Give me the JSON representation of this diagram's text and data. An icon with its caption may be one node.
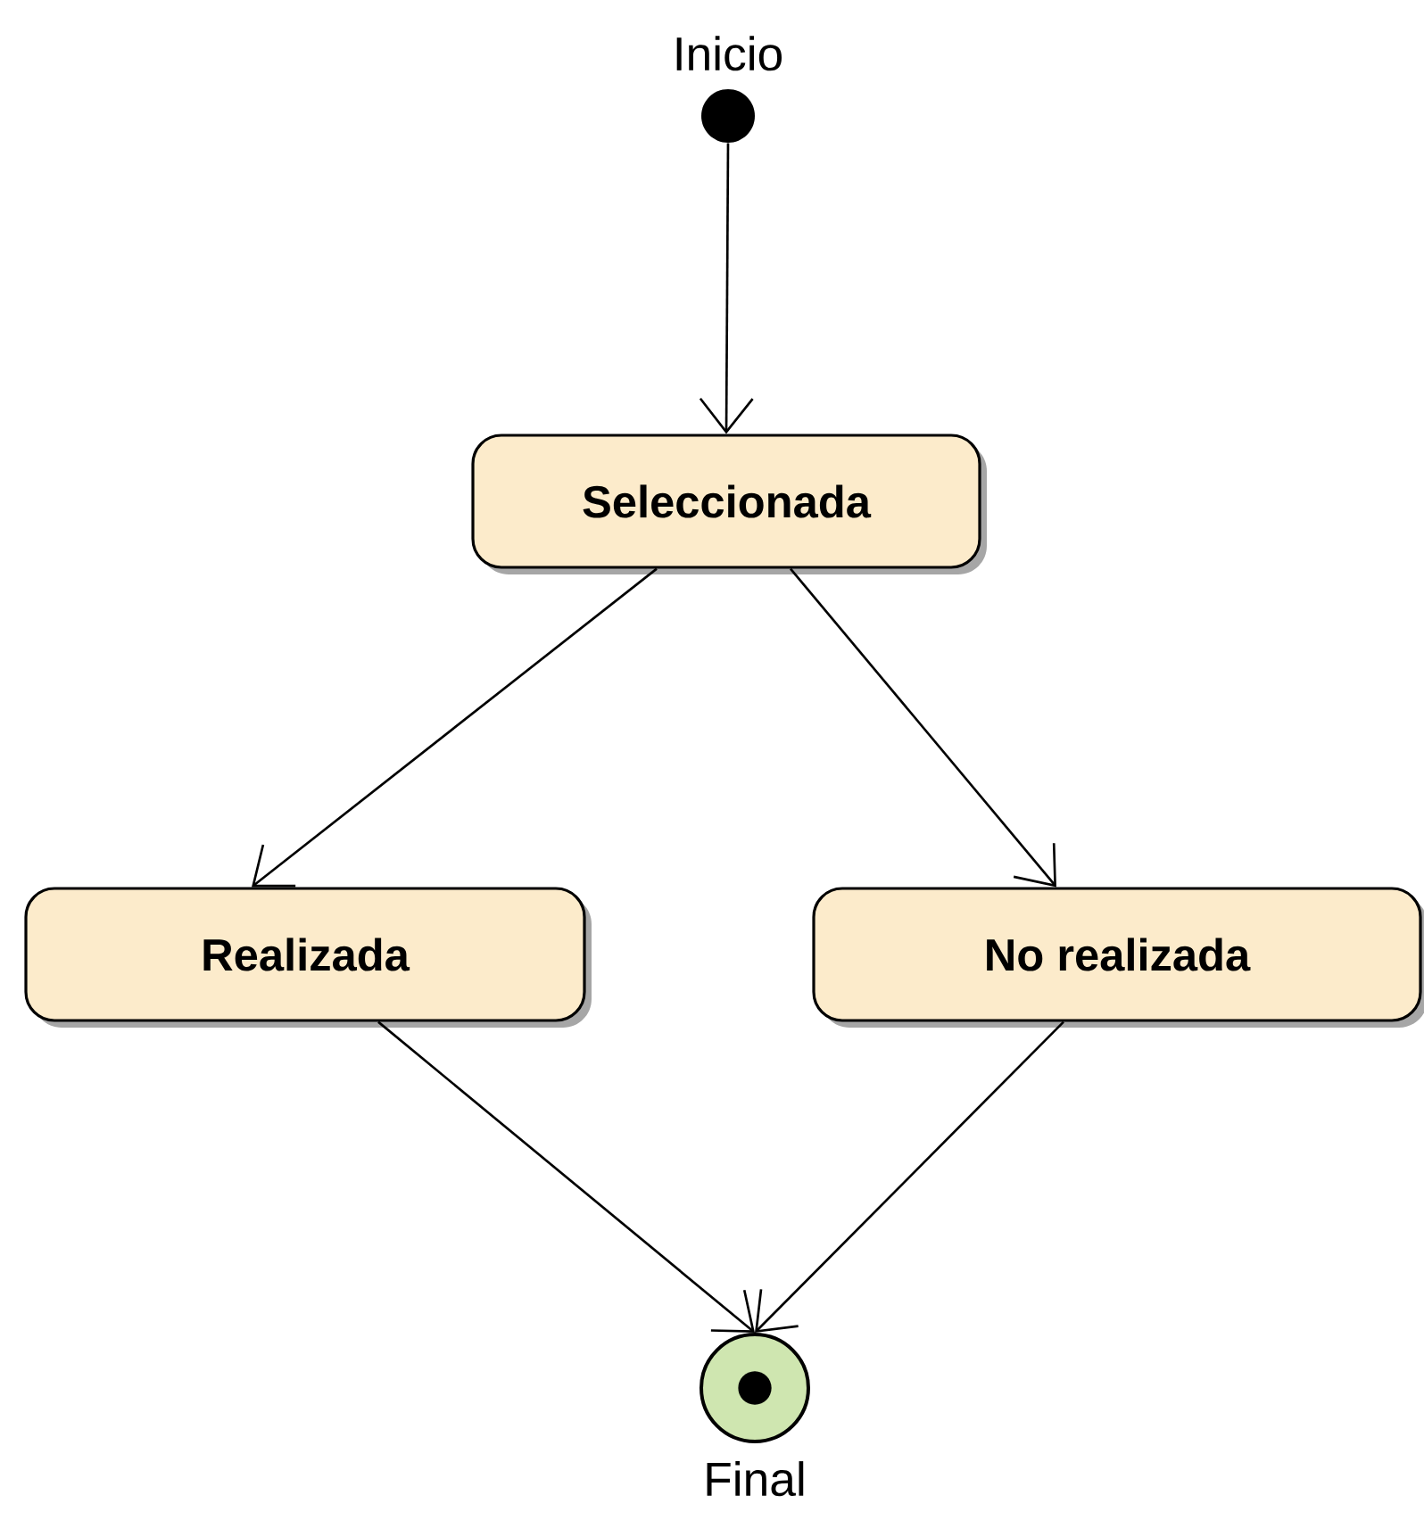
{
  "diagram": {
    "nodes": [
      {
        "text": [],
        "shape": "circle",
        "beside": [
          "Inicio"
        ]
      },
      {
        "text": [
          "Seleccionada"
        ]
      },
      {
        "text": [
          "Realizada"
        ]
      },
      {
        "text": [
          "No realizada"
        ]
      },
      {
        "text": [],
        "shape": "circle",
        "beside": [
          "Final"
        ]
      }
    ],
    "edges": [
      {
        "from": 0,
        "to": 1,
        "arrow": "to"
      },
      {
        "from": 1,
        "to": 2,
        "arrow": "to"
      },
      {
        "from": 1,
        "to": 3,
        "arrow": "to"
      },
      {
        "from": 2,
        "to": 4,
        "arrow": "to"
      },
      {
        "from": 3,
        "to": 4,
        "arrow": "to"
      }
    ]
  }
}
